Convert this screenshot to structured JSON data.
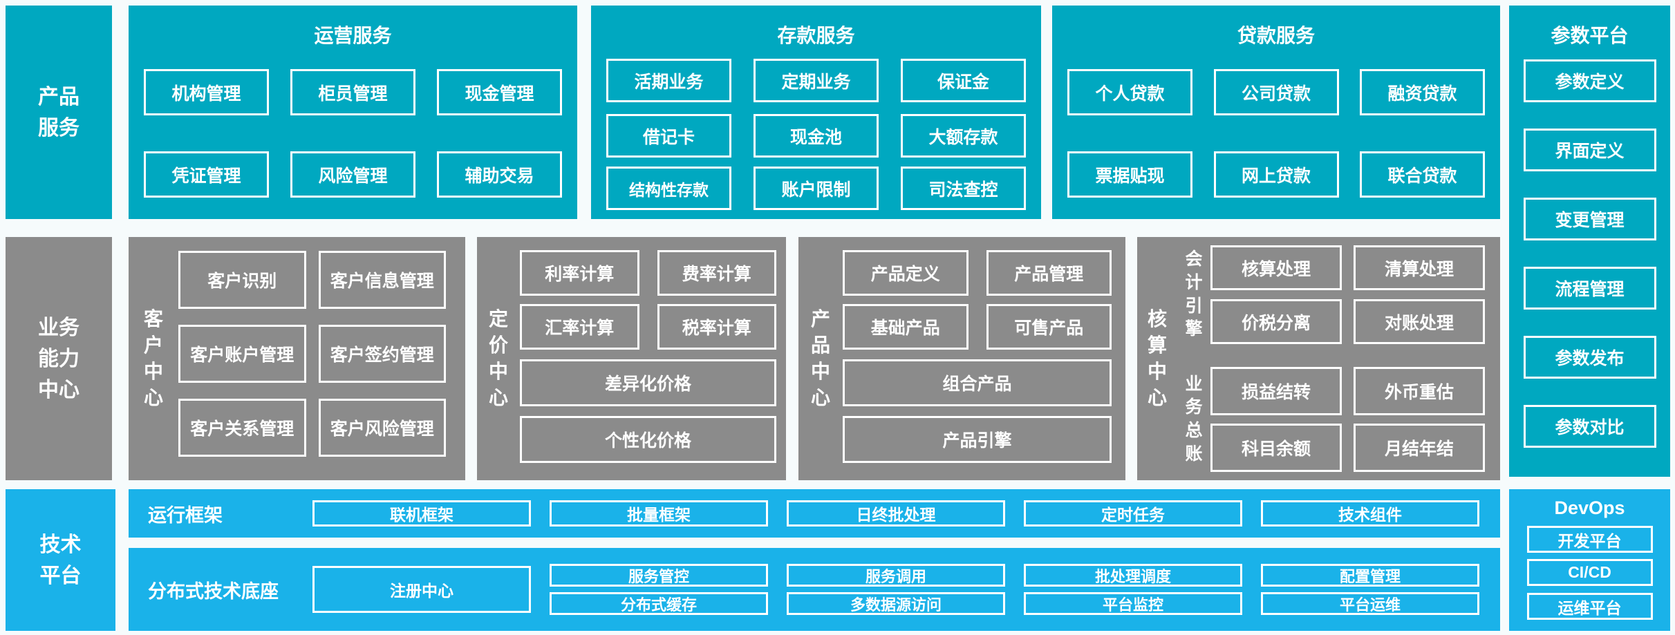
{
  "colors": {
    "teal": "#00a8c0",
    "gray": "#8b8b8b",
    "blue": "#1ab2e9",
    "background": "#f6fbfc",
    "box_border": "#ffffff"
  },
  "sections": {
    "ops": {
      "title": "运营服务",
      "boxes": [
        "机构管理",
        "柜员管理",
        "现金管理",
        "凭证管理",
        "风险管理",
        "辅助交易"
      ]
    },
    "deposit": {
      "title": "存款服务",
      "boxes": [
        "活期业务",
        "定期业务",
        "保证金",
        "借记卡",
        "现金池",
        "大额存款",
        "结构性存款",
        "账户限制",
        "司法查控"
      ]
    },
    "loan": {
      "title": "贷款服务",
      "boxes": [
        "个人贷款",
        "公司贷款",
        "融资贷款",
        "票据贴现",
        "网上贷款",
        "联合贷款"
      ]
    },
    "param": {
      "title": "参数平台",
      "boxes": [
        "参数定义",
        "界面定义",
        "变更管理",
        "流程管理",
        "参数发布",
        "参数对比"
      ]
    }
  },
  "product_services_label": "产品服务",
  "capability": {
    "label": "业务能力中心",
    "customer": {
      "label": "客户中心",
      "boxes": [
        "客户识别",
        "客户信息管理",
        "客户账户管理",
        "客户签约管理",
        "客户关系管理",
        "客户风险管理"
      ]
    },
    "pricing": {
      "label": "定价中心",
      "boxes": [
        "利率计算",
        "费率计算",
        "汇率计算",
        "税率计算"
      ],
      "wide_boxes": [
        "差异化价格",
        "个性化价格"
      ]
    },
    "product": {
      "label": "产品中心",
      "boxes": [
        "产品定义",
        "产品管理",
        "基础产品",
        "可售产品"
      ],
      "wide_boxes": [
        "组合产品",
        "产品引擎"
      ]
    },
    "accounting": {
      "label": "核算中心",
      "groups": [
        {
          "label": "会计引擎",
          "boxes": [
            "核算处理",
            "清算处理",
            "价税分离",
            "对账处理"
          ]
        },
        {
          "label": "业务总账",
          "boxes": [
            "损益结转",
            "外币重估",
            "科目余额",
            "月结年结"
          ]
        }
      ]
    }
  },
  "tech": {
    "label": "技术平台",
    "runtime": {
      "label": "运行框架",
      "boxes": [
        "联机框架",
        "批量框架",
        "日终批处理",
        "定时任务",
        "技术组件"
      ]
    },
    "base": {
      "label": "分布式技术底座",
      "registry": "注册中心",
      "pairs": [
        [
          "服务管控",
          "分布式缓存"
        ],
        [
          "服务调用",
          "多数据源访问"
        ],
        [
          "批处理调度",
          "平台监控"
        ],
        [
          "配置管理",
          "平台运维"
        ]
      ]
    },
    "devops": {
      "title": "DevOps",
      "boxes": [
        "开发平台",
        "CI/CD",
        "运维平台"
      ]
    }
  }
}
